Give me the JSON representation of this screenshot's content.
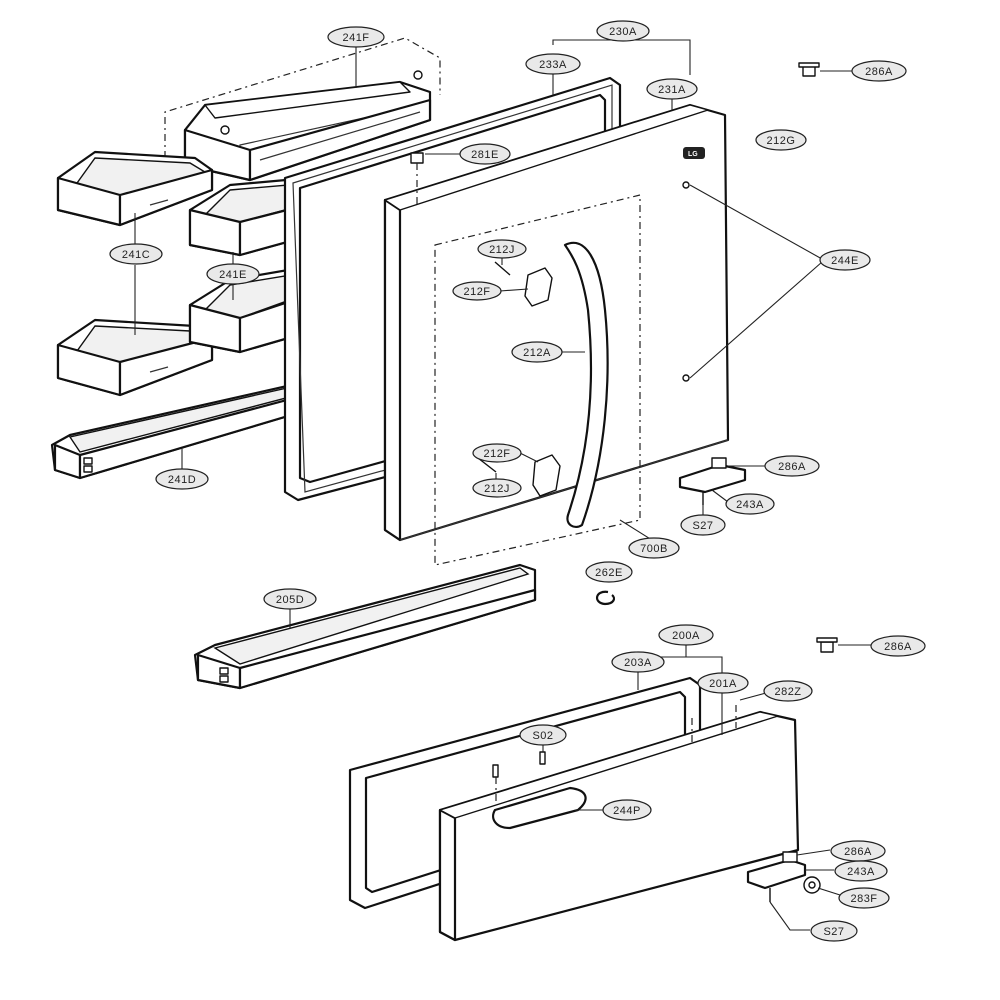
{
  "callouts": [
    {
      "id": "241F",
      "label": "241F"
    },
    {
      "id": "230A",
      "label": "230A"
    },
    {
      "id": "233A",
      "label": "233A"
    },
    {
      "id": "231A",
      "label": "231A"
    },
    {
      "id": "286A-top",
      "label": "286A"
    },
    {
      "id": "281E",
      "label": "281E"
    },
    {
      "id": "212G",
      "label": "212G"
    },
    {
      "id": "241C",
      "label": "241C"
    },
    {
      "id": "212J-top",
      "label": "212J"
    },
    {
      "id": "241E",
      "label": "241E"
    },
    {
      "id": "244E",
      "label": "244E"
    },
    {
      "id": "212F-top",
      "label": "212F"
    },
    {
      "id": "212A",
      "label": "212A"
    },
    {
      "id": "212F-bot",
      "label": "212F"
    },
    {
      "id": "286A-hinge-top",
      "label": "286A"
    },
    {
      "id": "212J-bot",
      "label": "212J"
    },
    {
      "id": "241D",
      "label": "241D"
    },
    {
      "id": "243A-top",
      "label": "243A"
    },
    {
      "id": "S27-top",
      "label": "S27"
    },
    {
      "id": "700B",
      "label": "700B"
    },
    {
      "id": "262E",
      "label": "262E"
    },
    {
      "id": "205D",
      "label": "205D"
    },
    {
      "id": "200A",
      "label": "200A"
    },
    {
      "id": "286A-mid",
      "label": "286A"
    },
    {
      "id": "203A",
      "label": "203A"
    },
    {
      "id": "201A",
      "label": "201A"
    },
    {
      "id": "282Z",
      "label": "282Z"
    },
    {
      "id": "S02",
      "label": "S02"
    },
    {
      "id": "244P",
      "label": "244P"
    },
    {
      "id": "286A-bot",
      "label": "286A"
    },
    {
      "id": "243A-bot",
      "label": "243A"
    },
    {
      "id": "283F",
      "label": "283F"
    },
    {
      "id": "S27-bot",
      "label": "S27"
    }
  ],
  "logo": {
    "text": "LG"
  }
}
